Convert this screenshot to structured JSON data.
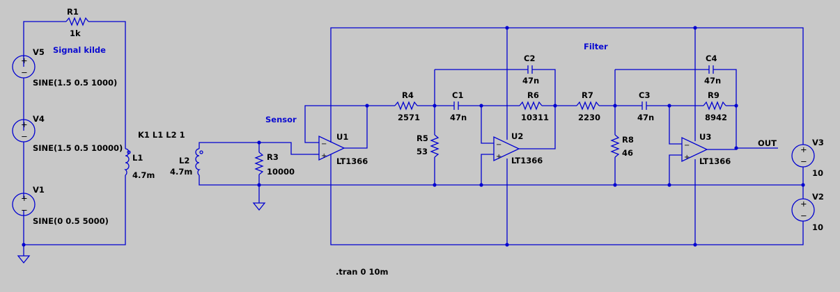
{
  "labels": {
    "signal_kilde": "Signal kilde",
    "sensor": "Sensor",
    "filter": "Filter",
    "coupling": "K1 L1 L2 1",
    "out": "OUT",
    "tran": ".tran 0 10m"
  },
  "components": {
    "R1": {
      "name": "R1",
      "value": "1k"
    },
    "V5": {
      "name": "V5",
      "value": "SINE(1.5 0.5 1000)"
    },
    "V4": {
      "name": "V4",
      "value": "SINE(1.5 0.5 10000)"
    },
    "V1": {
      "name": "V1",
      "value": "SINE(0 0.5 5000)"
    },
    "L1": {
      "name": "L1",
      "value": "4.7m"
    },
    "L2": {
      "name": "L2",
      "value": "4.7m"
    },
    "R3": {
      "name": "R3",
      "value": "10000"
    },
    "U1": {
      "name": "U1",
      "value": "LT1366"
    },
    "U2": {
      "name": "U2",
      "value": "LT1366"
    },
    "U3": {
      "name": "U3",
      "value": "LT1366"
    },
    "R4": {
      "name": "R4",
      "value": "2571"
    },
    "R5": {
      "name": "R5",
      "value": "53"
    },
    "C1": {
      "name": "C1",
      "value": "47n"
    },
    "C2": {
      "name": "C2",
      "value": "47n"
    },
    "R6": {
      "name": "R6",
      "value": "10311"
    },
    "R7": {
      "name": "R7",
      "value": "2230"
    },
    "R8": {
      "name": "R8",
      "value": "46"
    },
    "C3": {
      "name": "C3",
      "value": "47n"
    },
    "C4": {
      "name": "C4",
      "value": "47n"
    },
    "R9": {
      "name": "R9",
      "value": "8942"
    },
    "V3": {
      "name": "V3",
      "value": "10"
    },
    "V2": {
      "name": "V2",
      "value": "10"
    }
  }
}
